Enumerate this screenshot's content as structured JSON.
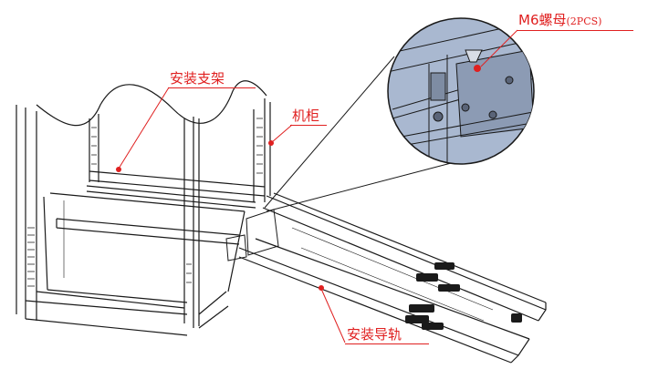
{
  "labels": {
    "bracket": "安装支架",
    "cabinet": "机柜",
    "nut_main": "M6螺母",
    "nut_count": "(2PCS)",
    "rail": "安装导轨"
  },
  "colors": {
    "line": "#1a1a1a",
    "accent": "#e02020",
    "detail_bg": "#a9b8d0",
    "detail_dark": "#6f7f97",
    "cabinet_face": "#f2f2f2"
  }
}
